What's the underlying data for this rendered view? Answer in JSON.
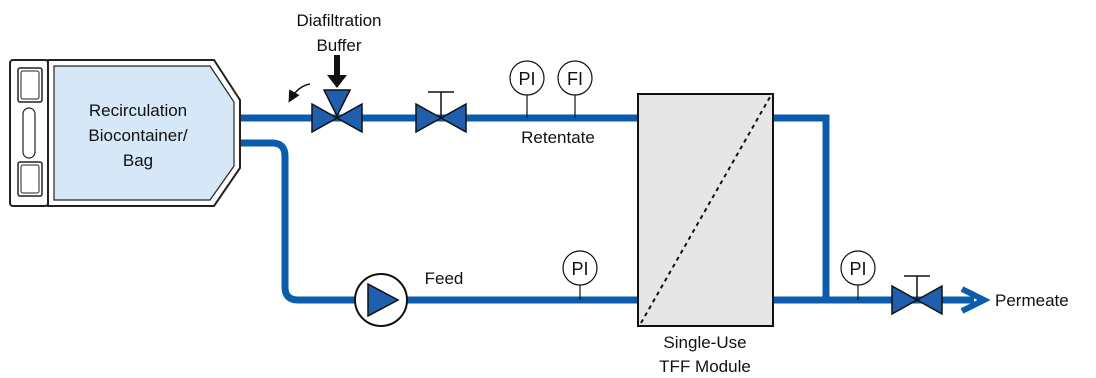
{
  "labels": {
    "bag_line1": "Recirculation",
    "bag_line2": "Biocontainer/",
    "bag_line3": "Bag",
    "buffer_line1": "Diafiltration",
    "buffer_line2": "Buffer",
    "retentate": "Retentate",
    "feed": "Feed",
    "module_line1": "Single-Use",
    "module_line2": "TFF Module",
    "permeate": "Permeate"
  },
  "instruments": {
    "retentate_pressure": "PI",
    "retentate_flow": "FI",
    "feed_pressure": "PI",
    "permeate_pressure": "PI"
  },
  "colors": {
    "pipe": "#0b5cab",
    "valve_fill": "#1f5fae",
    "bag_fill": "#d6e8f7",
    "module_fill": "#e6e6e6"
  }
}
